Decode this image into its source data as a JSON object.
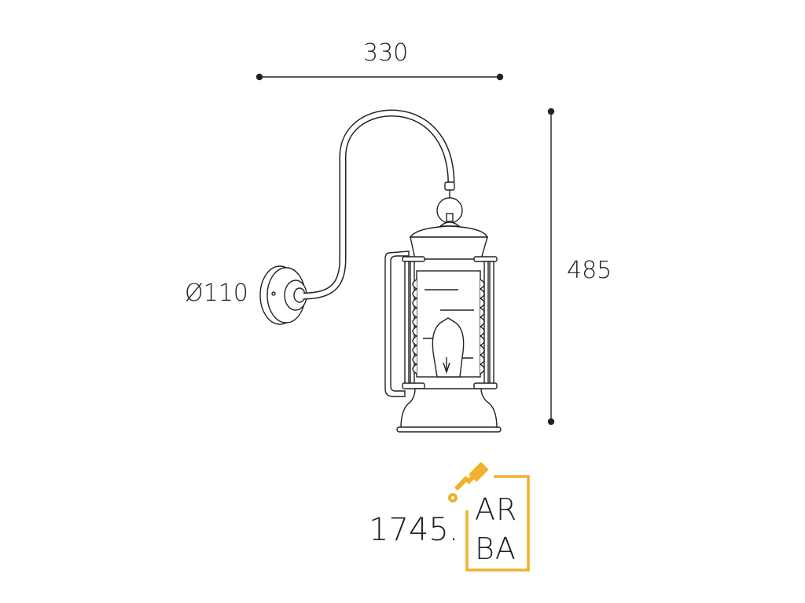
{
  "dimensions": {
    "width": "330",
    "height": "485",
    "diameter": "Ø110"
  },
  "product_code": "1745.",
  "logo": {
    "line1": "AR",
    "line2": "BA",
    "accent_color": "#F2B12C",
    "icon": "paintbrush-icon"
  },
  "line_color": "#222222"
}
